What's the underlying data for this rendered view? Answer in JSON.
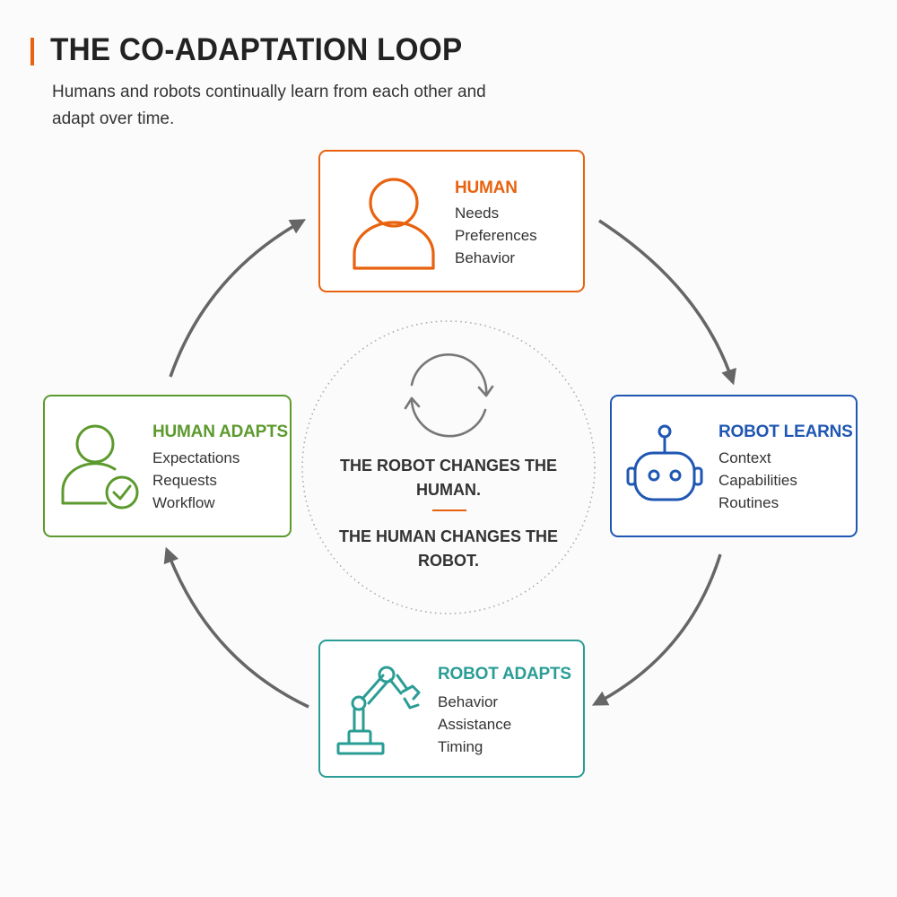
{
  "header": {
    "title": "THE CO-ADAPTATION LOOP",
    "subtitle": "Humans and robots continually learn from each other and adapt over time."
  },
  "colors": {
    "accent": "#e8620f",
    "human": "#e8620f",
    "robot_learns": "#1f57b3",
    "robot_adapts": "#2a9d95",
    "human_adapts": "#5c9a2e",
    "arrow": "#666666",
    "center_circle": "#aaaaaa"
  },
  "nodes": {
    "human": {
      "icon": "person-icon",
      "title": "HUMAN",
      "items": [
        "Needs",
        "Preferences",
        "Behavior"
      ]
    },
    "robot_learns": {
      "icon": "robot-head-icon",
      "title": "ROBOT LEARNS",
      "items": [
        "Context",
        "Capabilities",
        "Routines"
      ]
    },
    "robot_adapts": {
      "icon": "robot-arm-icon",
      "title": "ROBOT ADAPTS",
      "items": [
        "Behavior",
        "Assistance",
        "Timing"
      ]
    },
    "human_adapts": {
      "icon": "person-check-icon",
      "title": "HUMAN ADAPTS",
      "items": [
        "Expectations",
        "Requests",
        "Workflow"
      ]
    }
  },
  "center": {
    "icon": "cycle-arrows-icon",
    "line1": "THE ROBOT CHANGES THE HUMAN.",
    "line2": "THE HUMAN CHANGES THE ROBOT."
  },
  "edges": [
    {
      "from": "human",
      "to": "robot_learns"
    },
    {
      "from": "robot_learns",
      "to": "robot_adapts"
    },
    {
      "from": "robot_adapts",
      "to": "human_adapts"
    },
    {
      "from": "human_adapts",
      "to": "human"
    }
  ]
}
